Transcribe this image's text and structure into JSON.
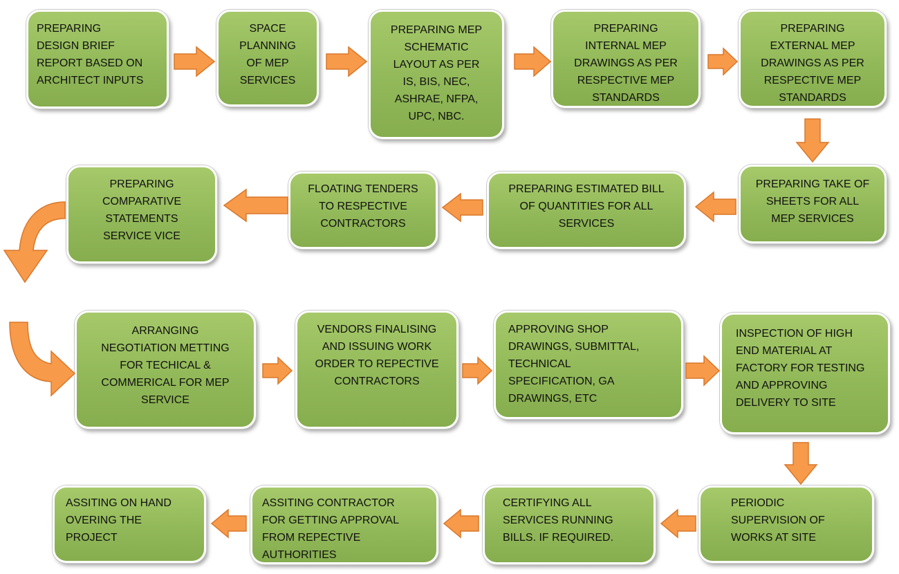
{
  "colors": {
    "box_fill": "#9bc062",
    "box_border": "#ffffff",
    "arrow_fill": "#f79a4a",
    "arrow_stroke": "#d9782b"
  },
  "steps": [
    {
      "id": "design-brief",
      "text": "PREPARING\nDESIGN BRIEF\nREPORT BASED ON\nARCHITECT INPUTS"
    },
    {
      "id": "space-planning",
      "text": "SPACE\nPLANNING\nOF MEP\nSERVICES"
    },
    {
      "id": "schematic-layout",
      "text": "PREPARING MEP\nSCHEMATIC\nLAYOUT AS PER\nIS, BIS, NEC,\nASHRAE, NFPA,\nUPC, NBC."
    },
    {
      "id": "internal-drawings",
      "text": "PREPARING\nINTERNAL MEP\nDRAWINGS AS PER\nRESPECTIVE MEP\nSTANDARDS"
    },
    {
      "id": "external-drawings",
      "text": "PREPARING\nEXTERNAL MEP\nDRAWINGS AS PER\nRESPECTIVE MEP\nSTANDARDS"
    },
    {
      "id": "take-of-sheets",
      "text": "PREPARING TAKE OF\nSHEETS FOR ALL\nMEP SERVICES"
    },
    {
      "id": "bill-of-quantities",
      "text": "PREPARING ESTIMATED BILL\nOF QUANTITIES FOR ALL\nSERVICES"
    },
    {
      "id": "floating-tenders",
      "text": "FLOATING TENDERS\nTO RESPECTIVE\nCONTRACTORS"
    },
    {
      "id": "comparative-statements",
      "text": "PREPARING\nCOMPARATIVE\nSTATEMENTS\nSERVICE VICE"
    },
    {
      "id": "negotiation-meeting",
      "text": "ARRANGING\nNEGOTIATION METTING\nFOR TECHICAL &\nCOMMERICAL FOR MEP\nSERVICE"
    },
    {
      "id": "work-order",
      "text": "VENDORS FINALISING\nAND ISSUING WORK\nORDER TO REPECTIVE\nCONTRACTORS"
    },
    {
      "id": "shop-drawings",
      "text": "APPROVING SHOP\nDRAWINGS, SUBMITTAL,\nTECHNICAL\nSPECIFICATION, GA\nDRAWINGS, ETC"
    },
    {
      "id": "factory-inspection",
      "text": "INSPECTION OF HIGH\nEND MATERIAL AT\nFACTORY FOR TESTING\nAND APPROVING\nDELIVERY TO SITE"
    },
    {
      "id": "periodic-supervision",
      "text": "PERIODIC\nSUPERVISION OF\nWORKS AT SITE"
    },
    {
      "id": "certifying-bills",
      "text": "CERTIFYING ALL\nSERVICES RUNNING\nBILLS. IF REQUIRED."
    },
    {
      "id": "authority-approval",
      "text": "ASSITING CONTRACTOR\nFOR GETTING APPROVAL\nFROM REPECTIVE\nAUTHORITIES"
    },
    {
      "id": "hand-over",
      "text": "ASSITING ON HAND\nOVERING THE\nPROJECT"
    }
  ]
}
